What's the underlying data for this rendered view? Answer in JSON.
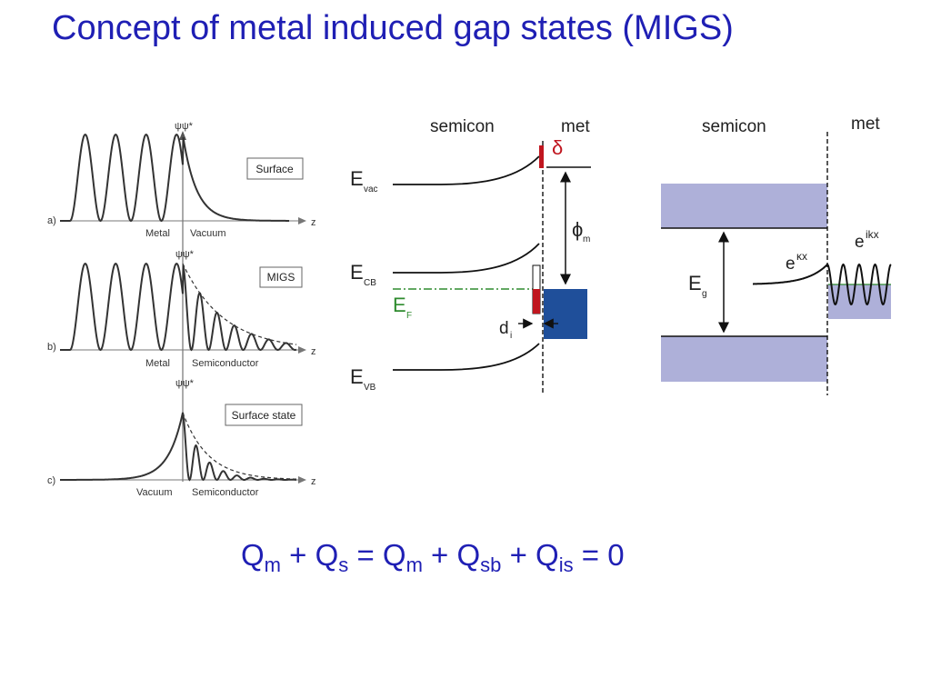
{
  "slide": {
    "title": "Concept of metal induced gap states (MIGS)"
  },
  "panel_left": {
    "axis_psi": "ψψ*",
    "axis_z": "z",
    "a": {
      "tag": "a)",
      "box": "Surface",
      "left_label": "Metal",
      "right_label": "Vacuum"
    },
    "b": {
      "tag": "b)",
      "box": "MIGS",
      "left_label": "Metal",
      "right_label": "Semiconductor"
    },
    "c": {
      "tag": "c)",
      "box": "Surface state",
      "left_label": "Vacuum",
      "right_label": "Semiconductor"
    }
  },
  "panel_middle": {
    "header_left": "semicon",
    "header_right": "met",
    "delta": "δ",
    "e_vac": {
      "main": "E",
      "sub": "vac"
    },
    "e_cb": {
      "main": "E",
      "sub": "CB"
    },
    "e_f": {
      "main": "E",
      "sub": "F"
    },
    "e_vb": {
      "main": "E",
      "sub": "VB"
    },
    "phi": {
      "main": "ϕ",
      "sub": "m"
    },
    "d": {
      "main": "d",
      "sub": "i"
    }
  },
  "panel_right": {
    "header_left": "semicon",
    "header_right": "met",
    "eg": {
      "main": "E",
      "sub": "g"
    },
    "decay": {
      "main": "e",
      "sup": "κx"
    },
    "wave": {
      "main": "e",
      "sup": "ikx"
    }
  },
  "equation": {
    "q1": "Q",
    "q1_sub": "m",
    "plus1": " + ",
    "q2": "Q",
    "q2_sub": "s",
    "eq1": " = ",
    "q3": "Q",
    "q3_sub": "m",
    "plus2": " + ",
    "q4": "Q",
    "q4_sub": "sb",
    "plus3": " + ",
    "q5": "Q",
    "q5_sub": "is",
    "eq2": " = ",
    "zero": "0"
  },
  "colors": {
    "title": "#1f1fb4",
    "metal_fill": "#1f4f9a",
    "band_fill": "#aeb0d9",
    "delta_red": "#c0161f",
    "fermi_green": "#2e8b2e"
  }
}
